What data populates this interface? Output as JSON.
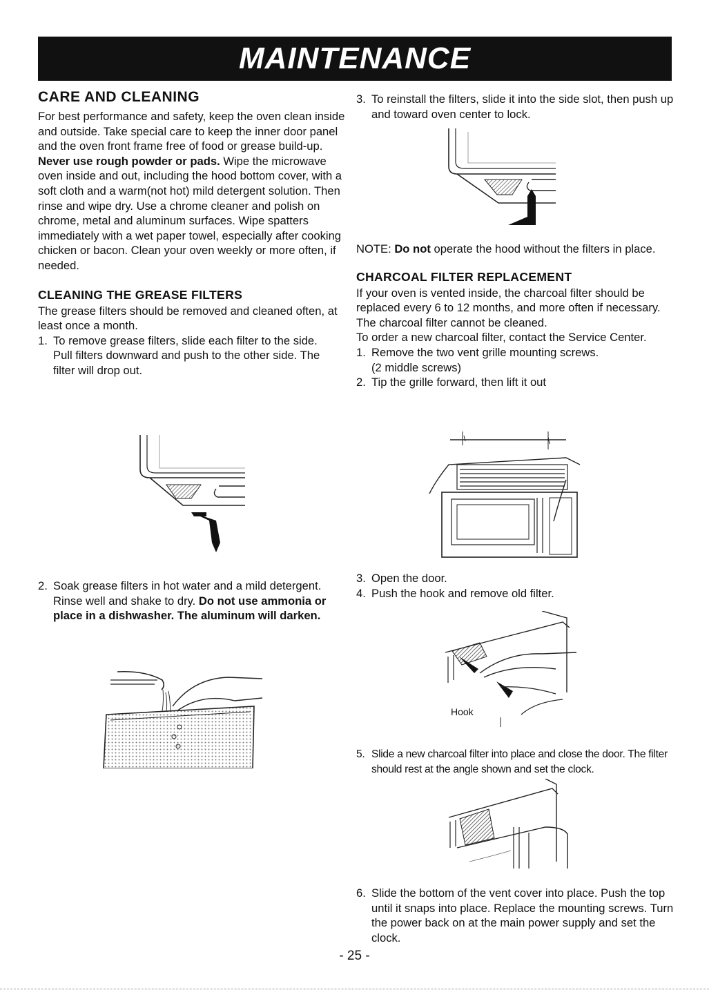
{
  "banner": {
    "title": "MAINTENANCE"
  },
  "left": {
    "care_heading": "CARE AND CLEANING",
    "care_intro": "For best performance and safety, keep the oven clean inside and outside. Take special care to keep the inner door panel and the oven front frame free of food or grease build-up.",
    "care_warning_bold": "Never use rough powder or pads.",
    "care_warning_text": " Wipe the microwave oven inside and out, including the hood bottom cover, with a soft cloth and a warm(not hot) mild detergent solution. Then rinse and wipe dry. Use a chrome cleaner and polish on chrome, metal and aluminum surfaces. Wipe spatters immediately with a wet paper towel, especially after cooking chicken or bacon. Clean your oven weekly or more often, if needed.",
    "grease_heading": "CLEANING THE GREASE FILTERS",
    "grease_intro": "The grease filters should be removed and cleaned often, at least once a month.",
    "step1_num": "1.",
    "step1_text": "To remove grease filters, slide each filter to the side. Pull filters downward and push to the other side. The filter will drop out.",
    "step2_num": "2.",
    "step2_text": "Soak grease filters in hot water and a mild detergent. Rinse well and shake to dry.",
    "step2_bold": "Do not use ammonia or place in a dishwasher. The aluminum will darken."
  },
  "right": {
    "step3_num": "3.",
    "step3_text": "To reinstall the filters, slide it into the side slot, then push up and toward oven center to lock.",
    "note_prefix": "NOTE: ",
    "note_bold": "Do not",
    "note_text": " operate the hood without the filters in place.",
    "charcoal_heading": "CHARCOAL FILTER REPLACEMENT",
    "charcoal_intro": "If your oven is vented inside, the charcoal filter should be replaced every 6 to 12 months, and more often if necessary. The charcoal filter cannot be cleaned.",
    "charcoal_order": "To order a new charcoal filter, contact the Service Center.",
    "c1_num": "1.",
    "c1_text": "Remove the two vent grille mounting screws.",
    "c1_sub": "(2 middle screws)",
    "c2_num": "2.",
    "c2_text": "Tip the grille forward, then lift it out",
    "c3_num": "3.",
    "c3_text": "Open the door.",
    "c4_num": "4.",
    "c4_text": "Push the hook and remove old filter.",
    "hook_label": "Hook",
    "c5_num": "5.",
    "c5_text": "Slide a new charcoal filter into place and close the door. The filter should rest at the angle shown and set the clock.",
    "c6_num": "6.",
    "c6_text": "Slide the bottom of the vent cover into place. Push the top until it snaps into place. Replace the mounting screws. Turn the power back on at the main power supply and set the clock."
  },
  "footer": {
    "page_number": "- 25 -"
  }
}
